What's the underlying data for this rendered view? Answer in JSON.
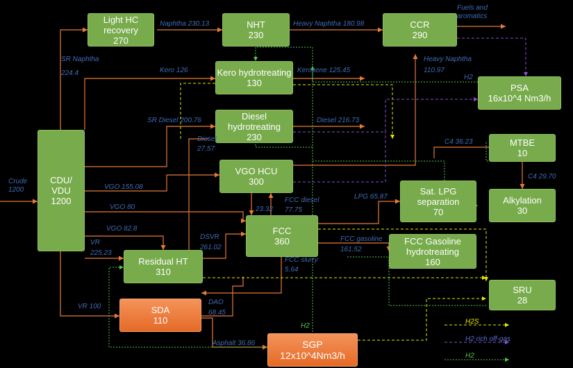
{
  "colors": {
    "box_green": "#78ab4c",
    "box_orange": "#e56a26",
    "flow": "#e57b3a",
    "h2s": "#e8e800",
    "h2_rich": "#8a4fd1",
    "h2": "#52c64a",
    "label": "#3f6bb5",
    "bg": "#000000"
  },
  "boxes": {
    "cdu": {
      "name": "CDU/ VDU",
      "value": "1200"
    },
    "lhc": {
      "name": "Light HC recovery",
      "value": "270"
    },
    "nht": {
      "name": "NHT",
      "value": "230"
    },
    "ccr": {
      "name": "CCR",
      "value": "290"
    },
    "kero": {
      "name": "Kero hydrotreating",
      "value": "130"
    },
    "psa": {
      "name": "PSA",
      "value": "16x10^4 Nm3/h"
    },
    "diesel": {
      "name": "Diesel hydrotreating",
      "value": "230"
    },
    "mtbe": {
      "name": "MTBE",
      "value": "10"
    },
    "vgohcu": {
      "name": "VGO HCU",
      "value": "300"
    },
    "satlpg": {
      "name": "Sat. LPG separation",
      "value": "70"
    },
    "alky": {
      "name": "Alkylation",
      "value": "30"
    },
    "fcc": {
      "name": "FCC",
      "value": "360"
    },
    "fccg": {
      "name": "FCC Gasoline hydrotreating",
      "value": "160"
    },
    "rht": {
      "name": "Residual HT",
      "value": "310"
    },
    "sru": {
      "name": "SRU",
      "value": "28"
    },
    "sda": {
      "name": "SDA",
      "value": "110"
    },
    "sgp": {
      "name": "SGP",
      "value": "12x10^4Nm3/h"
    }
  },
  "flows": {
    "crude": "Crude 1200",
    "sr_naphtha": "SR Naphtha 224.4",
    "naphtha": "Naphtha 230.13",
    "heavy_naphtha_1": "Heavy Naphtha 180.98",
    "fuels": "Fuels and aromatics",
    "heavy_naphtha_2": "Heavy Naphtha 110.97",
    "h2": "H2",
    "kero_in": "Kero 126",
    "kerosene": "Kerosene 125.45",
    "sr_diesel": "SR Diesel 200.76",
    "diesel_out": "Diesel 216.73",
    "diesel_in": "Diesel 27.57",
    "c4_1": "C4 36.23",
    "c4_2": "C4 29.70",
    "vgo_1": "VGO 155.08",
    "vgo_2": "VGO 80",
    "vgo_3": "VGO 82.8",
    "hcu_fcc": "23.32",
    "fcc_diesel": "FCC diesel 77.75",
    "lpg": "LPG 65.87",
    "vr_1": "VR 225.23",
    "dsvr": "DSVR 261.02",
    "fcc_gasoline": "FCC gasoline 161.52",
    "fcc_slurry": "FCC slurry 5.64",
    "vr_2": "VR 100",
    "dao": "DAO 68.45",
    "asphalt": "Asphalt 36.86",
    "h2_sgp": "H2"
  },
  "legend": {
    "h2s": "H2S",
    "h2_rich": "H2 rich off-gas",
    "h2": "H2"
  }
}
